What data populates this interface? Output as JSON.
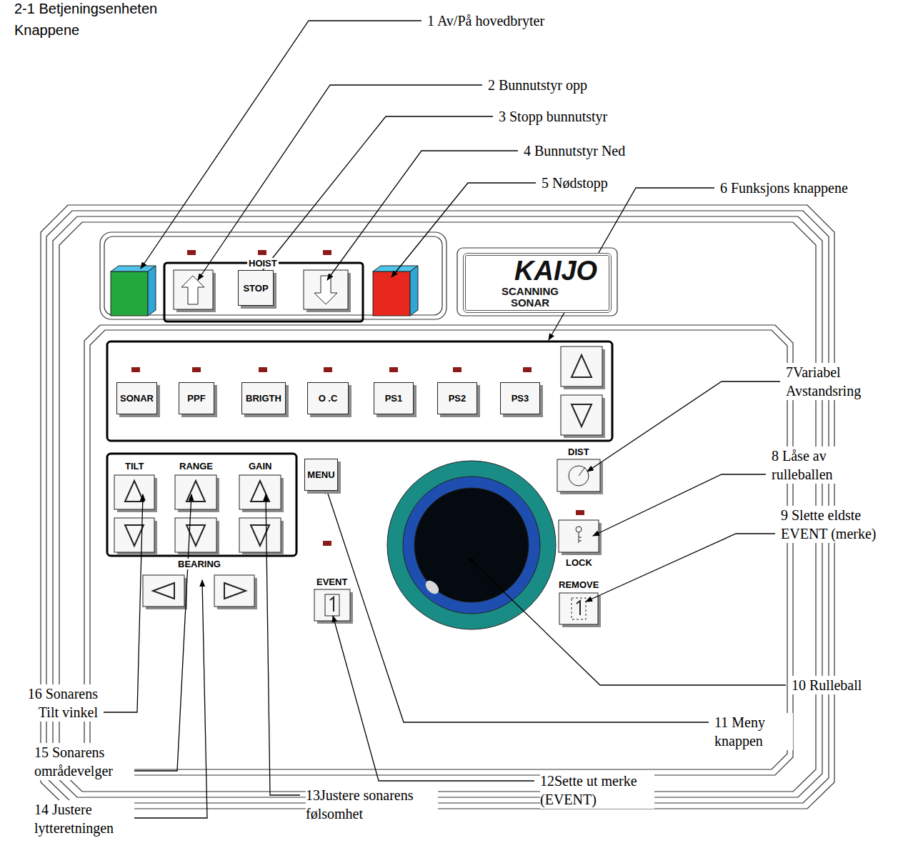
{
  "diagram": {
    "title": "2-1 Betjeningsenheten",
    "nodes": [
      {
        "text": [
          "STOP"
        ]
      },
      {
        "text": [
          "KAIJO",
          "SCANNING SONAR"
        ]
      },
      {
        "text": [
          "SONAR"
        ]
      },
      {
        "text": [
          "PPF"
        ]
      },
      {
        "text": [
          "BRIGTH"
        ]
      },
      {
        "text": [
          "O .C"
        ]
      },
      {
        "text": [
          "PS1"
        ]
      },
      {
        "text": [
          "PS2"
        ]
      },
      {
        "text": [
          "PS3"
        ]
      },
      {
        "text": [
          "MENU"
        ]
      }
    ],
    "labels": [
      "Knappene",
      "1 Av/På hovedbryter",
      "2 Bunnutstyr opp",
      "3 Stopp bunnutstyr",
      "4 Bunnutstyr Ned",
      "5 Nødstopp",
      "6 Funksjons knappene",
      "7Variabel Avstandsring",
      "8 Låse av rulleballen",
      "9 Slette eldste EVENT (merke)",
      "10 Rulleball",
      "11 Meny knappen",
      "12Sette ut merke (EVENT)",
      "13Justere sonarens følsomhet",
      "14 Justere lytteretningen",
      "15 Sonarens områdevelger",
      "16 Sonarens Tilt vinkel",
      "HOIST",
      "TILT",
      "RANGE",
      "GAIN",
      "BEARING",
      "EVENT",
      "DIST",
      "LOCK",
      "REMOVE"
    ]
  }
}
